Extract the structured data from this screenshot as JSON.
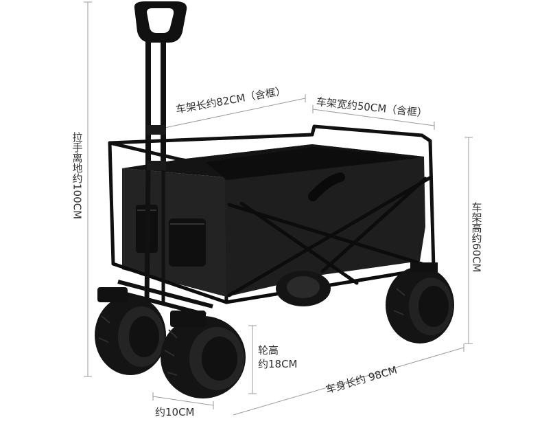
{
  "colors": {
    "background": "#ffffff",
    "frame": "#111111",
    "fabric": "#1c1c1c",
    "dimension_line": "#9a9a9a",
    "text": "#2f2f2f"
  },
  "dimensions": {
    "frame_length": "车架长约82CM（含框）",
    "frame_width": "车架宽约50CM（含框）",
    "handle_height_prefix": "拉手离地约",
    "handle_height_value": "100CM",
    "frame_height_prefix": "车架高约",
    "frame_height_value": "60CM",
    "wheel_height_line1": "轮高",
    "wheel_height_line2": "约18CM",
    "body_length": "车身长约 98CM",
    "wheel_width": "约10CM"
  }
}
